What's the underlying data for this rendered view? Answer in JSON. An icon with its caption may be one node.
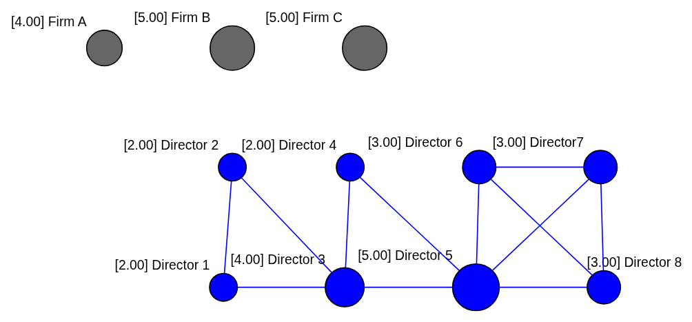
{
  "diagram": {
    "nodes": [
      {
        "text": [],
        "shape": "circle",
        "beside": [
          "[4.00] Firm A"
        ]
      },
      {
        "text": [],
        "shape": "circle",
        "beside": [
          "[5.00] Firm B"
        ]
      },
      {
        "text": [],
        "shape": "circle",
        "beside": [
          "[5.00] Firm C"
        ]
      },
      {
        "text": [],
        "shape": "circle",
        "beside": [
          "[2.00] Director 2"
        ]
      },
      {
        "text": [],
        "shape": "circle",
        "beside": [
          "[2.00] Director 4"
        ]
      },
      {
        "text": [],
        "shape": "circle",
        "beside": [
          "[3.00] Director 6"
        ]
      },
      {
        "text": [],
        "shape": "circle",
        "beside": [
          "[3.00] Director7"
        ]
      },
      {
        "text": [],
        "shape": "circle",
        "beside": [
          "[2.00] Director 1"
        ]
      },
      {
        "text": [],
        "shape": "circle",
        "beside": [
          "[4.00] Director 3"
        ]
      },
      {
        "text": [],
        "shape": "circle",
        "beside": [
          "[5.00] Director 5"
        ]
      },
      {
        "text": [],
        "shape": "circle",
        "beside": [
          "[3.00] Director 8"
        ]
      }
    ],
    "edges": [
      {
        "from": 7,
        "to": 3,
        "arrow": "none"
      },
      {
        "from": 7,
        "to": 8,
        "arrow": "none"
      },
      {
        "from": 3,
        "to": 8,
        "arrow": "none"
      },
      {
        "from": 8,
        "to": 4,
        "arrow": "none"
      },
      {
        "from": 8,
        "to": 9,
        "arrow": "none"
      },
      {
        "from": 4,
        "to": 9,
        "arrow": "none"
      },
      {
        "from": 9,
        "to": 5,
        "arrow": "none"
      },
      {
        "from": 9,
        "to": 6,
        "arrow": "none"
      },
      {
        "from": 9,
        "to": 10,
        "arrow": "none"
      },
      {
        "from": 5,
        "to": 6,
        "arrow": "none"
      },
      {
        "from": 5,
        "to": 10,
        "arrow": "none"
      },
      {
        "from": 6,
        "to": 10,
        "arrow": "none"
      }
    ]
  }
}
